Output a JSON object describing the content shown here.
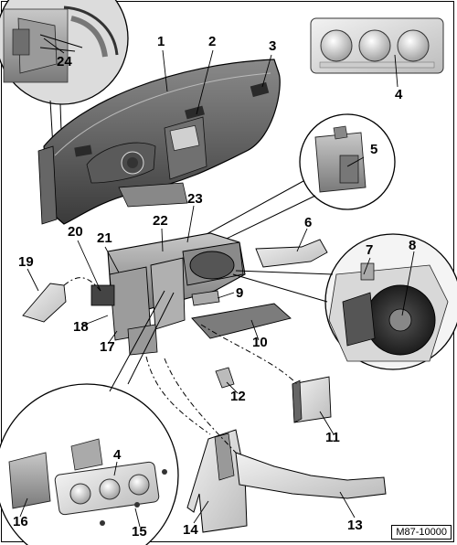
{
  "callouts": {
    "c1": "1",
    "c2": "2",
    "c3": "3",
    "c4_top": "4",
    "c5": "5",
    "c6": "6",
    "c7": "7",
    "c8": "8",
    "c9": "9",
    "c10": "10",
    "c11": "11",
    "c12": "12",
    "c13": "13",
    "c14": "14",
    "c15": "15",
    "c16": "16",
    "c17": "17",
    "c18": "18",
    "c19": "19",
    "c20": "20",
    "c21": "21",
    "c22": "22",
    "c23": "23",
    "c24": "24",
    "c4_bottom": "4"
  },
  "reference_code": "M87-10000"
}
